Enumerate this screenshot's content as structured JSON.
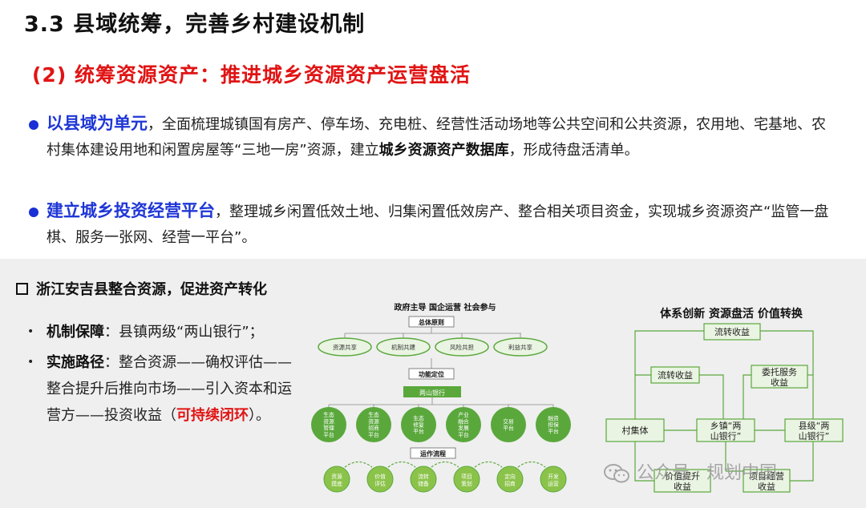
{
  "header": {
    "title": "3.3 县域统筹，完善乡村建设机制",
    "subtitle": "(2) 统筹资源资产：推进城乡资源资产运营盘活"
  },
  "bullets": [
    {
      "lead": "以县域为单元",
      "text1": "，全面梳理城镇国有房产、停车场、充电桩、经营性活动场地等公共空间和公共资源，农用地、宅基地、农村集体建设用地和闲置房屋等“三地一房”资源，建立",
      "bold": "城乡资源资产数据库",
      "text2": "，形成待盘活清单。"
    },
    {
      "lead": "建立城乡投资经营平台",
      "text1": "，整理城乡闲置低效土地、归集闲置低效房产、整合相关项目资金，实现城乡资源资产“监管一盘棋、服务一张网、经营一平台”。"
    }
  ],
  "case": {
    "title": "浙江安吉县整合资源，促进资产转化",
    "items": [
      {
        "label": "机制保障",
        "text": "：县镇两级“两山银行”；"
      },
      {
        "label": "实施路径",
        "text": "：整合资源——确权评估——整合提升后推向市场——引入资本和运营方——投资收益（",
        "red": "可持续闭环",
        "tail": "）。"
      }
    ]
  },
  "diagram1": {
    "top_label": "政府主导  国企运营  社会参与",
    "section1": "总体原则",
    "principles": [
      "资源共享",
      "机制共建",
      "风险共担",
      "利益共享"
    ],
    "section2": "功能定位",
    "center": "两山银行",
    "platforms": [
      [
        "生态",
        "资源",
        "管理",
        "平台"
      ],
      [
        "生态",
        "资源",
        "招商",
        "平台"
      ],
      [
        "生态",
        "修复",
        "平台"
      ],
      [
        "产业",
        "融合",
        "发展",
        "平台"
      ],
      [
        "交易",
        "平台"
      ],
      [
        "融资",
        "担保",
        "平台"
      ]
    ],
    "section3": "运作流程",
    "steps": [
      [
        "资源",
        "摸底"
      ],
      [
        "价值",
        "评估"
      ],
      [
        "流转",
        "储备"
      ],
      [
        "项目",
        "策划"
      ],
      [
        "定向",
        "招商"
      ],
      [
        "开发",
        "运营"
      ]
    ]
  },
  "diagram2": {
    "title": "体系创新  资源盘活  价值转换",
    "top_box": "流转收益",
    "mid_left": "流转收益",
    "mid_right": [
      "委托服务",
      "收益"
    ],
    "bottom_left": "村集体",
    "bottom_mid": [
      "乡镇“两",
      "山银行”"
    ],
    "bottom_right": [
      "县级“两",
      "山银行”"
    ],
    "low_left": [
      "价值提升",
      "收益"
    ],
    "low_right": [
      "项目经营",
      "收益"
    ]
  },
  "watermark": {
    "text": "公众号 · 规划中国"
  },
  "colors": {
    "accent_red": "#e11414",
    "accent_blue": "#1f36d6",
    "green": "#5aa83c",
    "green_light": "#8bc34a"
  }
}
